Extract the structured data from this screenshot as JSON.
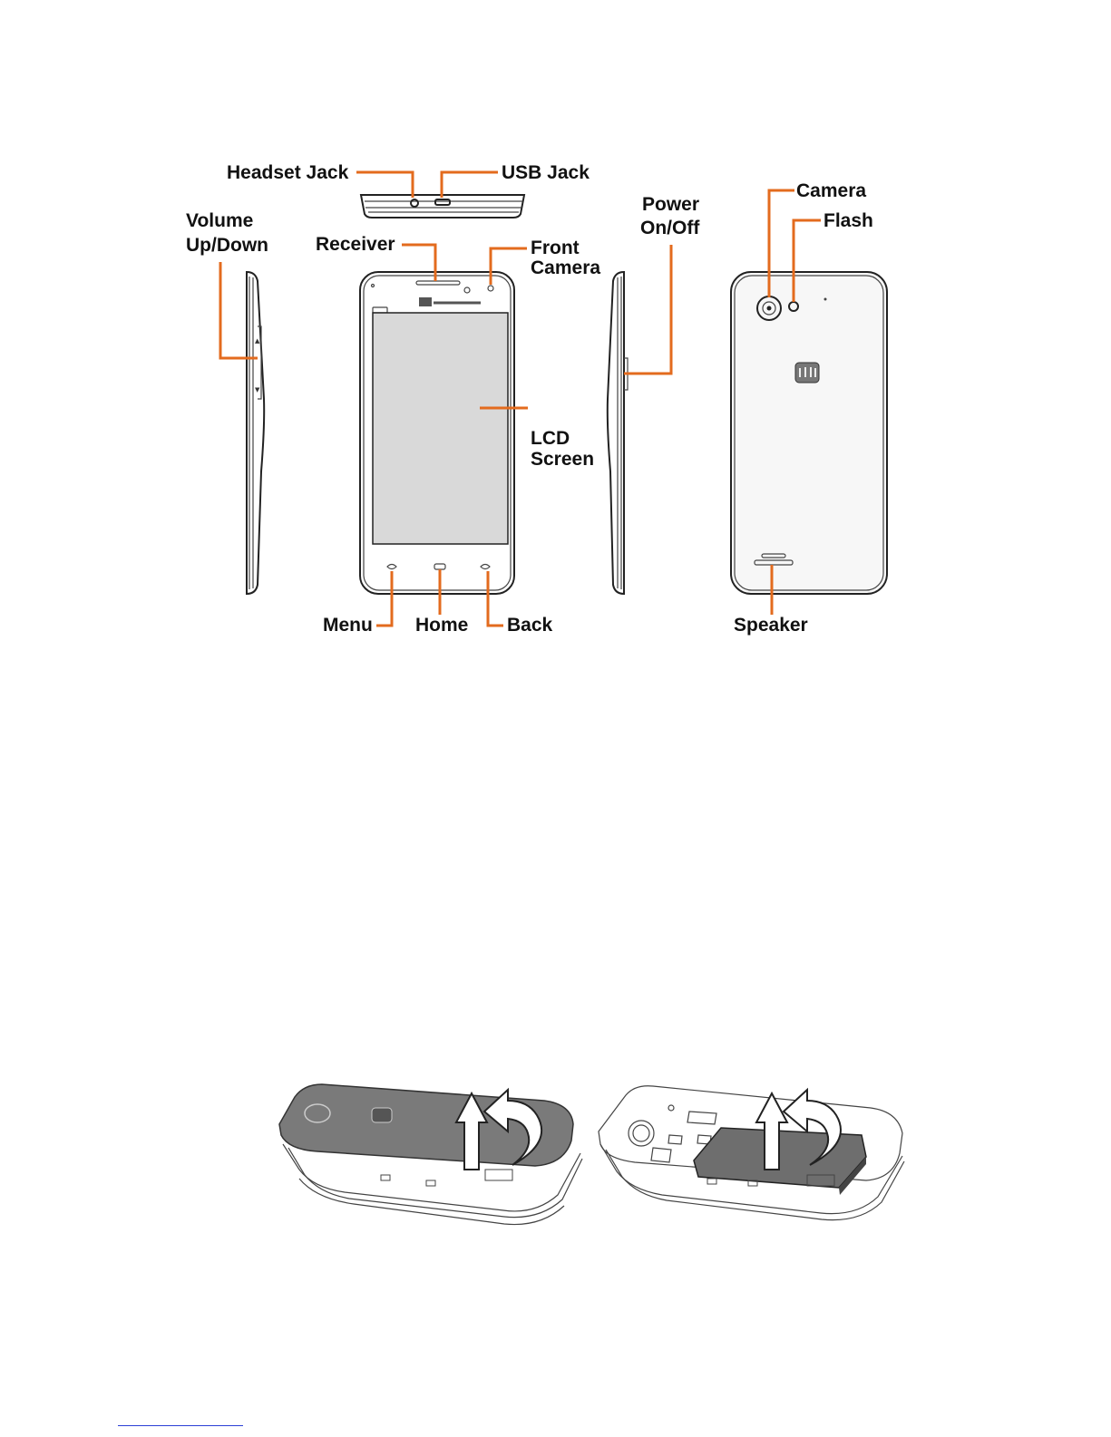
{
  "labels": {
    "headset_jack": "Headset Jack",
    "usb_jack": "USB Jack",
    "volume": [
      "Volume",
      "Up/Down"
    ],
    "receiver": "Receiver",
    "front_camera": [
      "Front",
      "Camera"
    ],
    "power": [
      "Power",
      "On/Off"
    ],
    "camera": "Camera",
    "flash": "Flash",
    "lcd_screen": [
      "LCD",
      "Screen"
    ],
    "menu": "Menu",
    "home": "Home",
    "back": "Back",
    "speaker": "Speaker"
  },
  "colors": {
    "leader": "#e36b1e",
    "screen": "#d9d9d9",
    "back_cover": "#f7f7f7",
    "battery_cover": "#7a7a7a",
    "footer_link": "#2b3fd6"
  },
  "icons": [
    "phone-front",
    "phone-side-left",
    "phone-side-right",
    "phone-top",
    "phone-back",
    "remove-cover-illustration",
    "remove-battery-illustration",
    "lift-arrow-icon",
    "curved-arrow-icon"
  ]
}
